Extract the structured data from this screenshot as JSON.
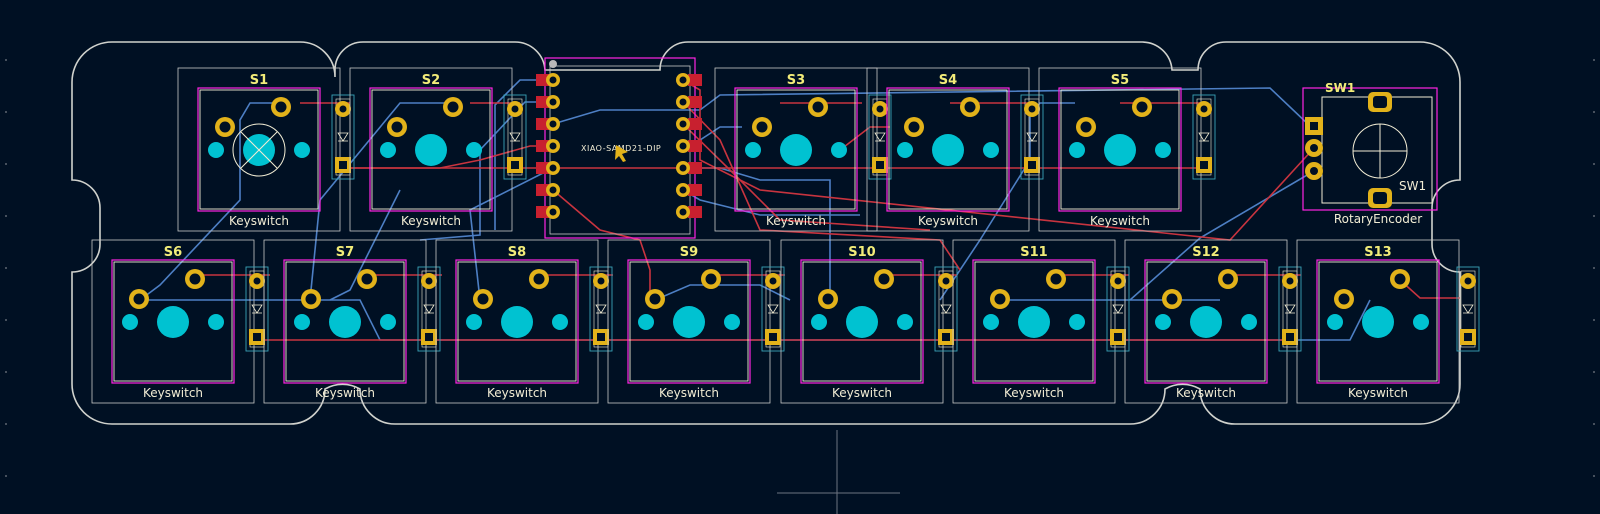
{
  "colors": {
    "background": "#001023",
    "edge_cuts": "#d0d2cd",
    "courtyard": "#c8c8c8",
    "fab": "#ff26e2",
    "silk": "#f2edd5",
    "ref_text": "#f2ec79",
    "via": "#e2b21a",
    "pad_front": "#c8202f",
    "npth": "#00c2d1",
    "track_front": "#c8343f",
    "track_back": "#4d7fc4",
    "diode": "#3aa5b8"
  },
  "row1": [
    {
      "ref": "S1",
      "value": "Keyswitch",
      "cross": true
    },
    {
      "ref": "S2",
      "value": "Keyswitch"
    },
    {
      "ref": "S3",
      "value": "Keyswitch"
    },
    {
      "ref": "S4",
      "value": "Keyswitch"
    },
    {
      "ref": "S5",
      "value": "Keyswitch"
    }
  ],
  "row2": [
    {
      "ref": "S6",
      "value": "Keyswitch"
    },
    {
      "ref": "S7",
      "value": "Keyswitch"
    },
    {
      "ref": "S8",
      "value": "Keyswitch"
    },
    {
      "ref": "S9",
      "value": "Keyswitch"
    },
    {
      "ref": "S10",
      "value": "Keyswitch"
    },
    {
      "ref": "S11",
      "value": "Keyswitch"
    },
    {
      "ref": "S12",
      "value": "Keyswitch"
    },
    {
      "ref": "S13",
      "value": "Keyswitch"
    }
  ],
  "mcu": {
    "label": "XIAO-SAMD21-DIP"
  },
  "encoder": {
    "ref_top": "SW1",
    "ref_right": "SW1",
    "value": "RotaryEncoder"
  }
}
